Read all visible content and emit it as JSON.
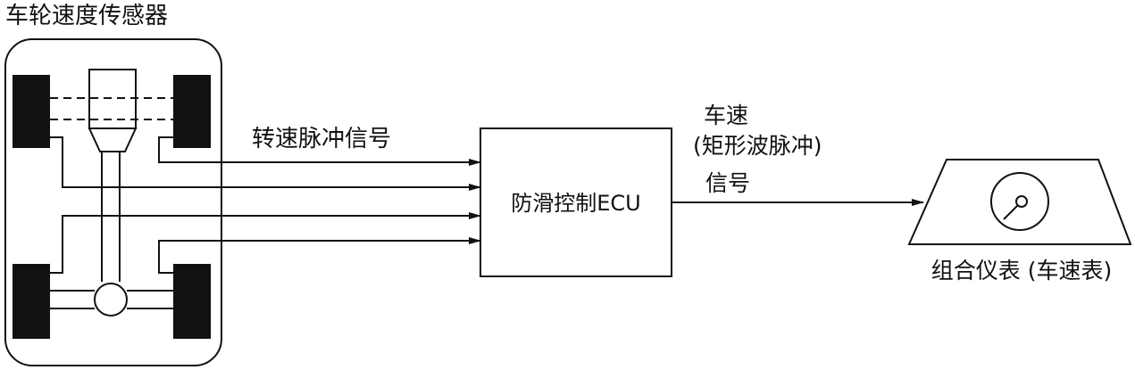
{
  "sensor": {
    "title": "车轮速度传感器"
  },
  "signal_label": "转速脉冲信号",
  "ecu": {
    "label": "防滑控制ECU"
  },
  "output_signal": {
    "line1": "车速",
    "line2": "(矩形波脉冲)",
    "line3": "信号"
  },
  "meter": {
    "label": "组合仪表 (车速表)"
  },
  "icons": [
    "wheel-icon",
    "gauge-icon",
    "arrow-icon"
  ]
}
